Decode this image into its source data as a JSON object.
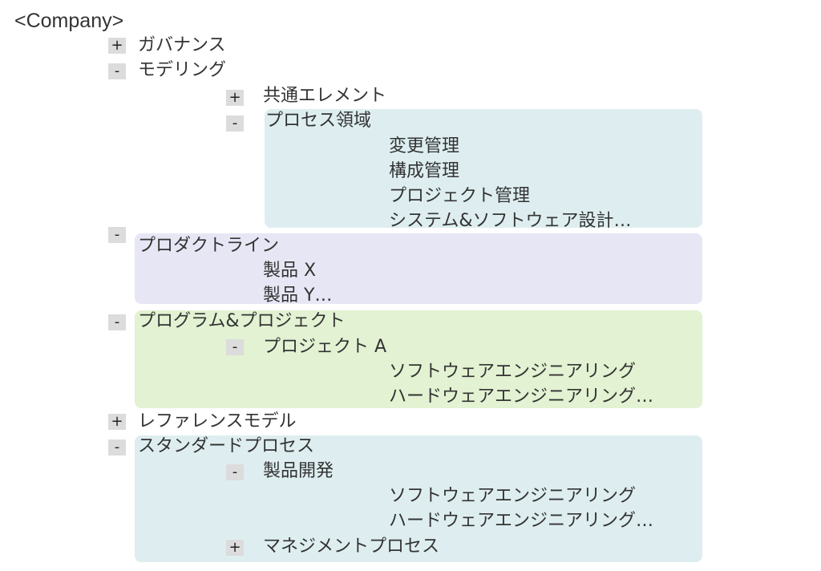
{
  "root": {
    "title": "<Company>"
  },
  "tree": {
    "governance": {
      "toggle": "+",
      "label": "ガバナンス"
    },
    "modeling": {
      "toggle": "-",
      "label": "モデリング"
    },
    "common_elements": {
      "toggle": "+",
      "label": "共通エレメント"
    },
    "process_area": {
      "toggle": "-",
      "label": "プロセス領域",
      "items": [
        "変更管理",
        "構成管理",
        "プロジェクト管理",
        "システム&ソフトウェア設計…"
      ]
    },
    "product_line": {
      "toggle": "-",
      "label": "プロダクトライン",
      "items": [
        "製品 X",
        "製品 Y…"
      ]
    },
    "programs_projects": {
      "toggle": "-",
      "label": "プログラム&プロジェクト"
    },
    "project_a": {
      "toggle": "-",
      "label": "プロジェクト A",
      "items": [
        "ソフトウェアエンジニアリング",
        "ハードウェアエンジニアリング…"
      ]
    },
    "reference_model": {
      "toggle": "+",
      "label": "レファレンスモデル"
    },
    "standard_process": {
      "toggle": "-",
      "label": "スタンダードプロセス"
    },
    "product_development": {
      "toggle": "-",
      "label": "製品開発",
      "items": [
        "ソフトウェアエンジニアリング",
        "ハードウェアエンジニアリング…"
      ]
    },
    "management_process": {
      "toggle": "+",
      "label": "マネジメントプロセス"
    }
  },
  "colors": {
    "blue_region": "#deeef0",
    "lavender_region": "#e6e6f5",
    "green_region": "#e2f2d2",
    "toggle_bg": "#dcdcdc"
  }
}
